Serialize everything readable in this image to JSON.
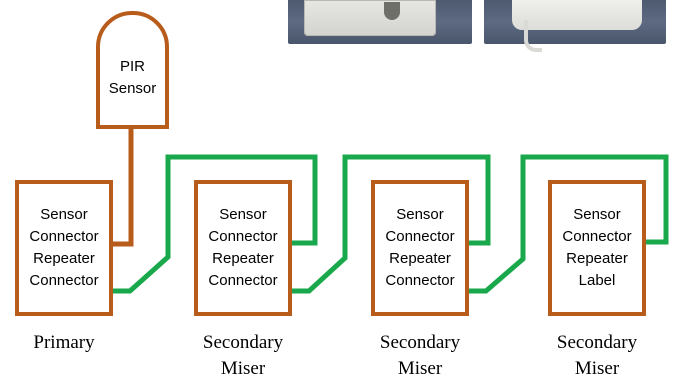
{
  "photos": [
    {
      "name": "sensor-photo-1"
    },
    {
      "name": "sensor-photo-2"
    }
  ],
  "pir_sensor": {
    "lines": [
      "PIR",
      "Sensor"
    ]
  },
  "units": [
    {
      "lines": [
        "Sensor",
        "Connector",
        "Repeater",
        "Connector"
      ],
      "caption": [
        "Primary"
      ]
    },
    {
      "lines": [
        "Sensor",
        "Connector",
        "Repeater",
        "Connector"
      ],
      "caption": [
        "Secondary",
        "Miser"
      ]
    },
    {
      "lines": [
        "Sensor",
        "Connector",
        "Repeater",
        "Connector"
      ],
      "caption": [
        "Secondary",
        "Miser"
      ]
    },
    {
      "lines": [
        "Sensor",
        "Connector",
        "Repeater",
        "Label"
      ],
      "caption": [
        "Secondary",
        "Miser"
      ]
    }
  ],
  "colors": {
    "box_border": "#b85c1c",
    "connection_wire": "#19a84b"
  }
}
